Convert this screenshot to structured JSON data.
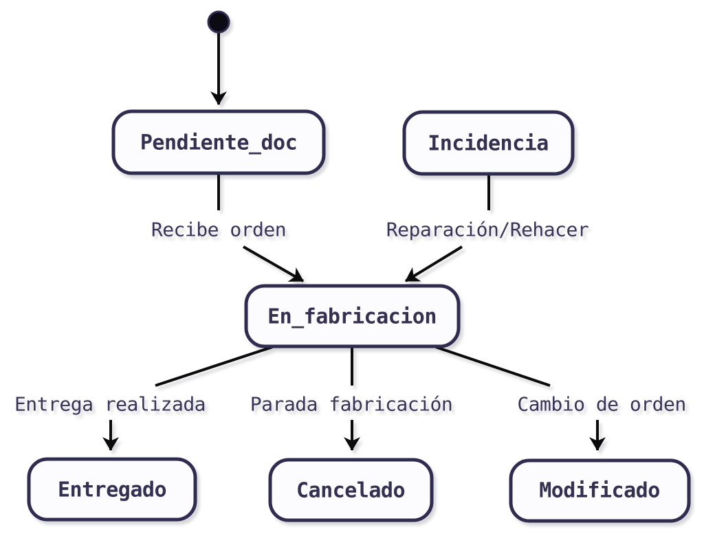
{
  "diagram": {
    "type": "uml-state-diagram",
    "nodes": [
      {
        "id": "initial",
        "kind": "initial-state",
        "label": ""
      },
      {
        "id": "Pendiente_doc",
        "kind": "state",
        "label": "Pendiente_doc"
      },
      {
        "id": "Incidencia",
        "kind": "state",
        "label": "Incidencia"
      },
      {
        "id": "En_fabricacion",
        "kind": "state",
        "label": "En_fabricacion"
      },
      {
        "id": "Entregado",
        "kind": "state",
        "label": "Entregado"
      },
      {
        "id": "Cancelado",
        "kind": "state",
        "label": "Cancelado"
      },
      {
        "id": "Modificado",
        "kind": "state",
        "label": "Modificado"
      }
    ],
    "edges": [
      {
        "from": "initial",
        "to": "Pendiente_doc",
        "label": ""
      },
      {
        "from": "Pendiente_doc",
        "to": "En_fabricacion",
        "label": "Recibe orden"
      },
      {
        "from": "Incidencia",
        "to": "En_fabricacion",
        "label": "Reparación/Rehacer"
      },
      {
        "from": "En_fabricacion",
        "to": "Entregado",
        "label": "Entrega realizada"
      },
      {
        "from": "En_fabricacion",
        "to": "Cancelado",
        "label": "Parada fabricación"
      },
      {
        "from": "En_fabricacion",
        "to": "Modificado",
        "label": "Cambio de orden"
      }
    ],
    "colors": {
      "background": "#ffffff",
      "state_fill": "#fcfcfe",
      "state_border": "#2f2c50",
      "state_text": "#343052",
      "edge_line": "#0b0b0b",
      "edge_label_text": "#373457",
      "initial_dot": "#0c0b14"
    }
  }
}
